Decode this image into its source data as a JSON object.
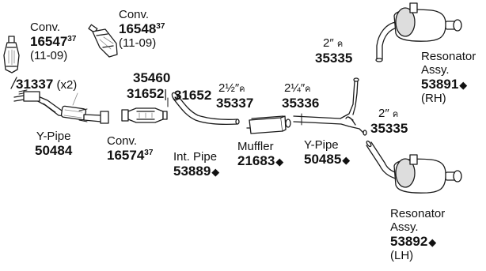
{
  "labels": {
    "conv_16547": {
      "name": "Conv.",
      "part": "16547",
      "sup": "37",
      "note": "(11-09)"
    },
    "conv_16548": {
      "name": "Conv.",
      "part": "16548",
      "sup": "37",
      "note": "(11-09)"
    },
    "bolt_31337": {
      "part": "31337",
      "qty": "(x2)"
    },
    "ypipe_50484": {
      "name": "Y-Pipe",
      "part": "50484"
    },
    "clamp_35460": {
      "part": "35460"
    },
    "clamp_31652_a": {
      "part": "31652",
      "sep": "|"
    },
    "clamp_31652_b": {
      "part": "31652"
    },
    "conv_16574": {
      "name": "Conv.",
      "part": "16574",
      "sup": "37"
    },
    "hanger_35337": {
      "size": "2½″",
      "part": "35337"
    },
    "intpipe_53889": {
      "name": "Int. Pipe",
      "part": "53889"
    },
    "hanger_35336": {
      "size": "2¼″",
      "part": "35336"
    },
    "muffler_21683": {
      "name": "Muffler",
      "part": "21683"
    },
    "ypipe_50485": {
      "name": "Y-Pipe",
      "part": "50485"
    },
    "hanger_35335_top": {
      "size": "2″",
      "part": "35335"
    },
    "hanger_35335_mid": {
      "size": "2″",
      "part": "35335"
    },
    "resonator_rh": {
      "name_line1": "Resonator",
      "name_line2": "Assy.",
      "part": "53891",
      "side": "(RH)"
    },
    "resonator_lh": {
      "name_line1": "Resonator",
      "name_line2": "Assy.",
      "part": "53892",
      "side": "(LH)"
    }
  },
  "symbols": {
    "diamond": "◆",
    "hanger": "ค"
  },
  "colors": {
    "line": "#1a1a1a",
    "fill": "#ffffff",
    "shade": "#b5b5b5"
  }
}
